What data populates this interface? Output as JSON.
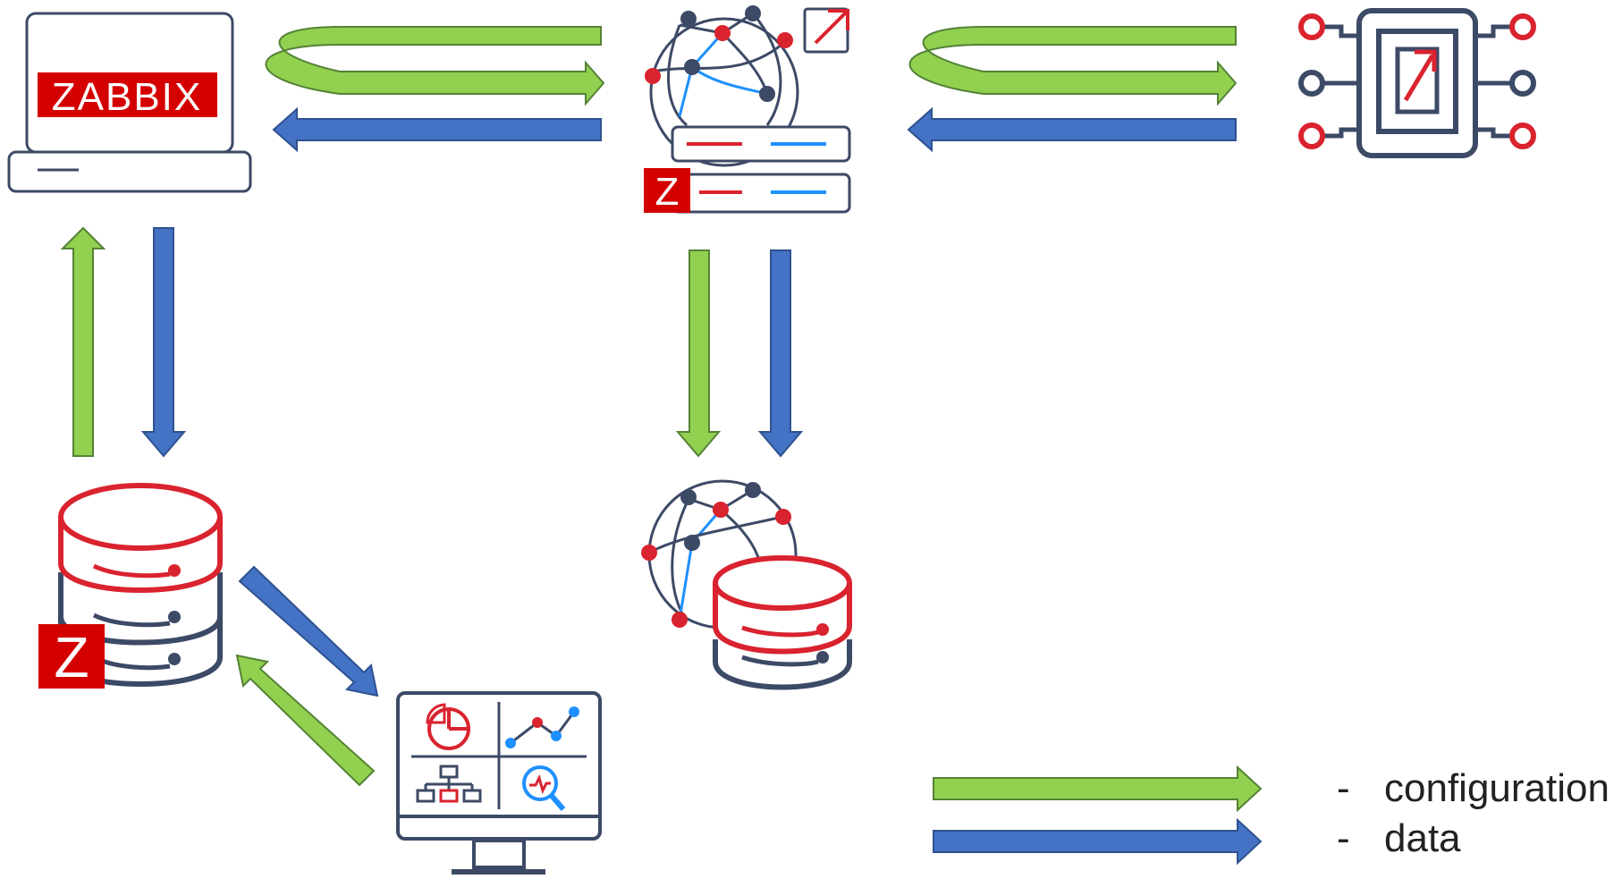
{
  "logo": {
    "text": "ZABBIX",
    "badge_letter": "Z"
  },
  "legend": {
    "items": [
      {
        "dash": "-",
        "label": "configuration",
        "arrow_color": "#92d050"
      },
      {
        "dash": "-",
        "label": "data",
        "arrow_color": "#4472c4"
      }
    ]
  },
  "colors": {
    "config_arrow": "#92d050",
    "data_arrow": "#4472c4",
    "arrow_outline": "#2f528f",
    "config_outline": "#548235",
    "brand_red": "#d40000",
    "icon_navy": "#3c4a66",
    "icon_blue": "#1e90ff",
    "icon_red": "#d9232e"
  },
  "nodes": [
    {
      "icon": "zabbix-server-laptop-icon"
    },
    {
      "icon": "zabbix-proxy-icon"
    },
    {
      "icon": "monitored-device-icon"
    },
    {
      "icon": "zabbix-database-icon"
    },
    {
      "icon": "proxy-database-icon"
    },
    {
      "icon": "frontend-dashboard-icon"
    }
  ]
}
